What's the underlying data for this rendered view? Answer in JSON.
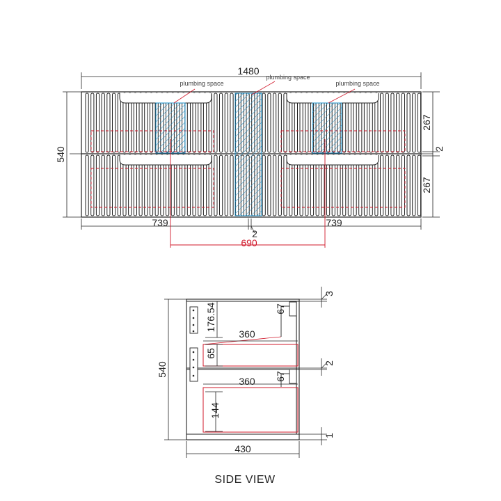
{
  "front_view": {
    "overall_width": "1480",
    "overall_height": "540",
    "upper_drawer_height": "267",
    "lower_drawer_height": "267",
    "gap_right": "2",
    "gap_bottom": "2",
    "left_width": "739",
    "right_width": "739",
    "basin_spacing": "690",
    "plumbing_labels": [
      "plumbing space",
      "plumbing space",
      "plumbing space"
    ]
  },
  "side_view": {
    "caption": "SIDE VIEW",
    "height": "540",
    "depth": "430",
    "upper_drawer_depth": "360",
    "lower_drawer_depth": "360",
    "upper_offset": "176.54",
    "upper_rail": "65",
    "upper_trap": "67",
    "lower_trap": "67",
    "lower_offset": "144",
    "top_gap": "3",
    "mid_gap": "2",
    "bottom_gap": "1"
  },
  "colors": {
    "line": "#222222",
    "dim_red": "#d0182a",
    "plumbing_blue": "#1e90c8"
  }
}
